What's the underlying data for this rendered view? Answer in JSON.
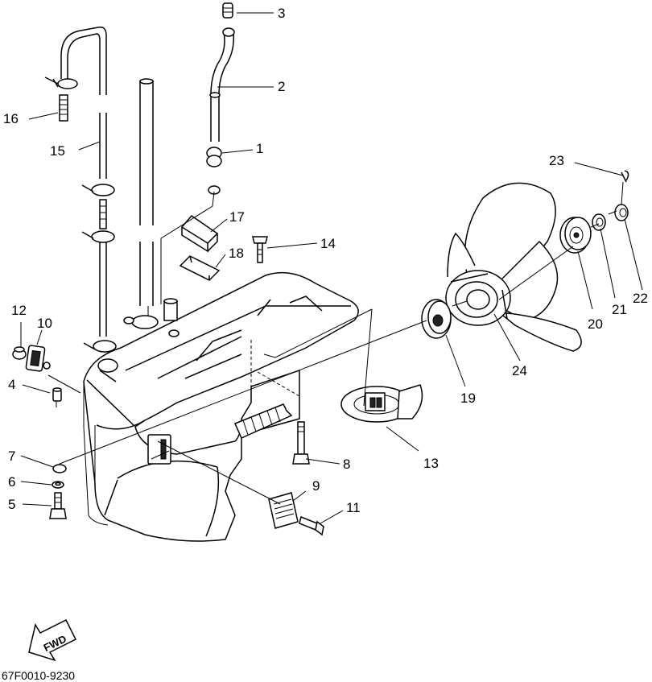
{
  "doc_code": "67F0010-9230",
  "fwd_label": "FWD",
  "callouts": {
    "c1": "1",
    "c2": "2",
    "c3": "3",
    "c4": "4",
    "c5": "5",
    "c6": "6",
    "c7": "7",
    "c8": "8",
    "c9": "9",
    "c10": "10",
    "c11": "11",
    "c12": "12",
    "c13": "13",
    "c14": "14",
    "c15": "15",
    "c16": "16",
    "c17": "17",
    "c18": "18",
    "c19": "19",
    "c20": "20",
    "c21": "21",
    "c22": "22",
    "c23": "23",
    "c24": "24"
  }
}
